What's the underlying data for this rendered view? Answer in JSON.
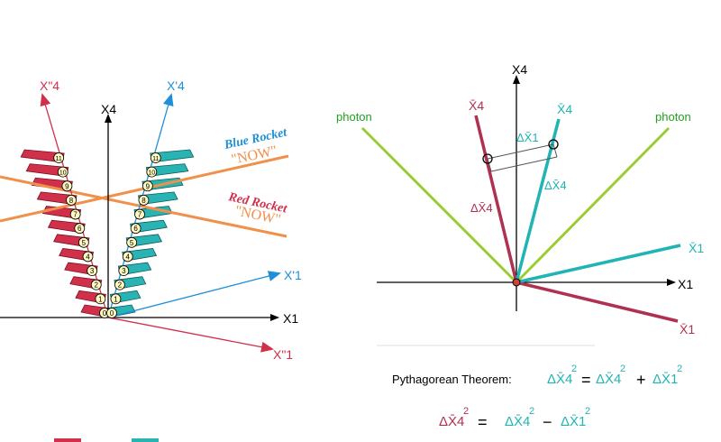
{
  "left_diagram": {
    "x4_axis": "X4",
    "x1_axis": "X1",
    "blue_time_axis": "X'4",
    "red_time_axis": "X\"4",
    "blue_space_axis": "X'1",
    "red_space_axis": "X\"1",
    "blue_rocket_label": "Blue Rocket",
    "blue_now_label": "\"NOW\"",
    "red_rocket_label": "Red Rocket",
    "red_now_label": "\"NOW\"",
    "tick_numbers": [
      "0",
      "1",
      "2",
      "3",
      "4",
      "5",
      "6",
      "7",
      "8",
      "9",
      "10",
      "11"
    ],
    "colors": {
      "red": "#d0304a",
      "blue": "#1e90d8",
      "teal": "#2ab3b3",
      "orange": "#f0904a",
      "black": "#000000"
    }
  },
  "right_diagram": {
    "x4_axis": "X4",
    "x1_axis": "X1",
    "photon_left": "photon",
    "photon_right": "photon",
    "red_time_axis": "X̄4",
    "teal_time_axis": "X̄4",
    "teal_space_axis": "X̄1",
    "red_space_axis": "X̄1",
    "delta_x1": "ΔX̄1",
    "delta_x4_teal": "ΔX̄4",
    "delta_x4_red": "ΔX̄4",
    "colors": {
      "red": "#b03050",
      "teal": "#20b4b4",
      "green": "#9acd32",
      "photon_text": "#20a020"
    }
  },
  "equations": {
    "pythagorean_label": "Pythagorean Theorem:",
    "eq1_lhs": "ΔX̄4",
    "eq1_eq": "=",
    "eq1_term1": "ΔX̄4",
    "eq1_plus": "+",
    "eq1_term2": "ΔX̄1",
    "eq2_lhs": "ΔX̄4",
    "eq2_eq": "=",
    "eq2_term1": "ΔX̄4",
    "eq2_minus": "−",
    "eq2_term2": "ΔX̄1",
    "squared": "2"
  }
}
